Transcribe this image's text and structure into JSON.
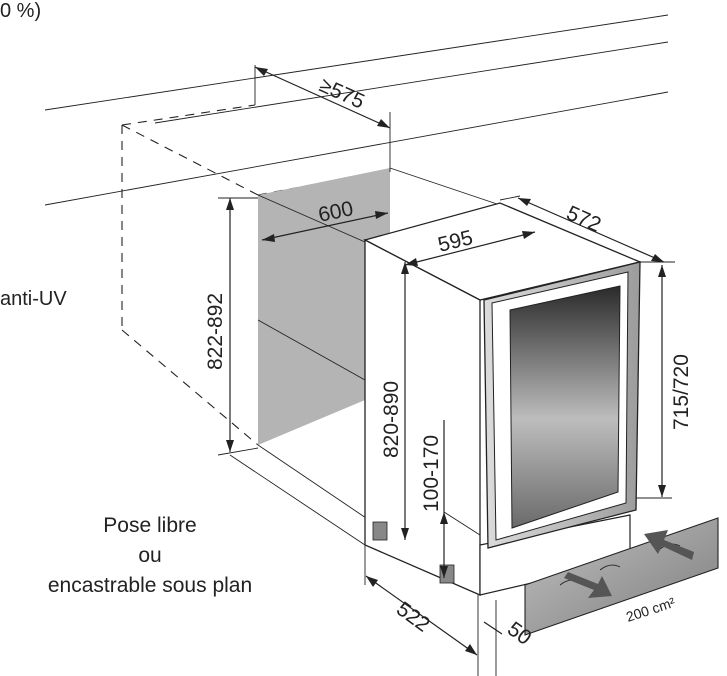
{
  "header_fragment": "0 %)",
  "side_note": "anti-UV",
  "caption": [
    "Pose libre",
    "ou",
    "encastrable sous plan"
  ],
  "dimensions": {
    "niche_depth": "≥575",
    "niche_width": "600",
    "niche_height": "822-892",
    "unit_width": "595",
    "unit_depth": "572",
    "door_height": "715/720",
    "unit_height": "820-890",
    "feet_height": "100-170",
    "base_depth": "522",
    "door_thickness": "50"
  },
  "vent_area": "200 cm²",
  "colors": {
    "niche_fill": "#b4b4b4",
    "glass_dark": "#2a2a2a",
    "glass_light": "#e8e8e8",
    "vent_grille": "#9a9a9a",
    "arrow_fill": "#555555"
  }
}
